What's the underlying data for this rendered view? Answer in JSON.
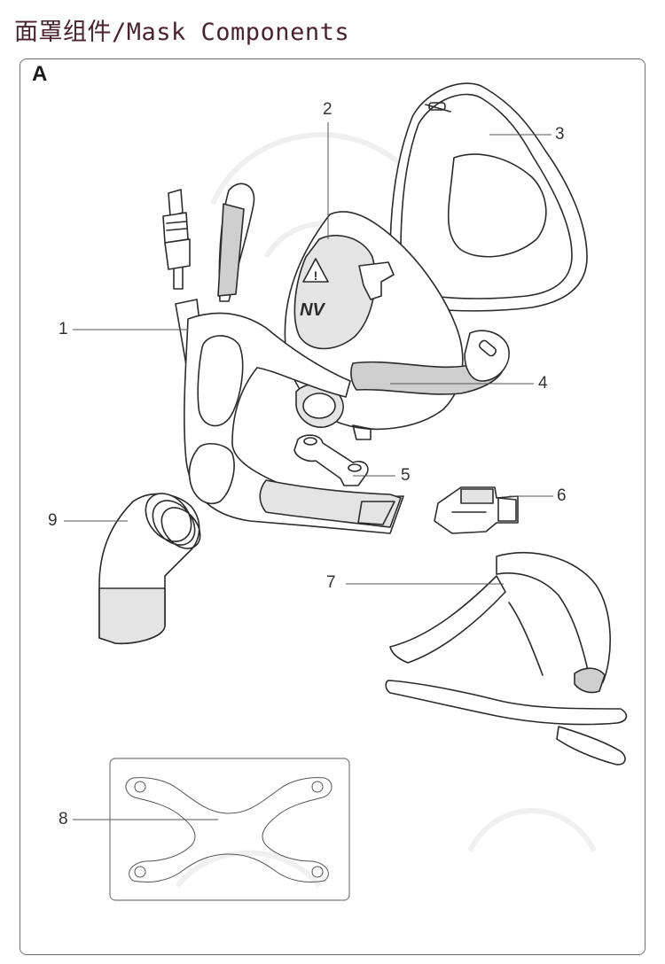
{
  "header": {
    "title": "面罩组件/Mask Components"
  },
  "panel": {
    "letter": "A"
  },
  "callouts": [
    "1",
    "2",
    "3",
    "4",
    "5",
    "6",
    "7",
    "8",
    "9"
  ],
  "badge": {
    "warning_glyph": "!",
    "text": "NV"
  }
}
